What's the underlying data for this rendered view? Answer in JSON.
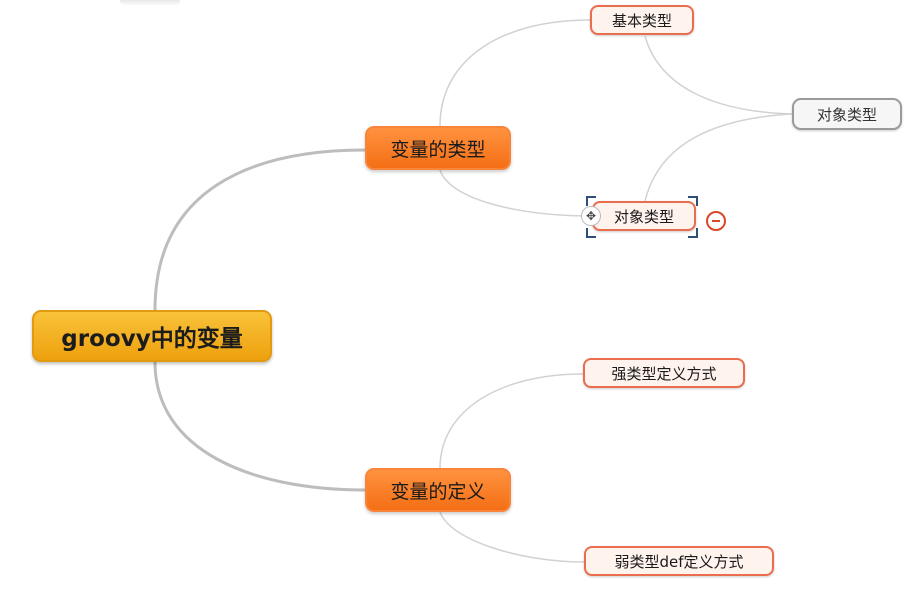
{
  "mindmap": {
    "root": {
      "label": "groovy中的变量"
    },
    "branches": [
      {
        "label": "变量的类型",
        "children": [
          {
            "label": "基本类型"
          },
          {
            "label": "对象类型"
          }
        ]
      },
      {
        "label": "变量的定义",
        "children": [
          {
            "label": "强类型定义方式"
          },
          {
            "label": "弱类型def定义方式"
          }
        ]
      }
    ],
    "floating_topic": {
      "label": "对象类型"
    }
  },
  "icons": {
    "move": "move-handle-icon",
    "collapse": "collapse-minus-icon"
  },
  "colors": {
    "root_fill": "#f5b324",
    "branch_fill": "#f47a22",
    "leaf_border": "#ea6e4e",
    "leaf_fill": "#fff3ee",
    "floating_border": "#9a9a9a",
    "connector": "#c8c8c8",
    "selection": "#2f4f7a"
  }
}
